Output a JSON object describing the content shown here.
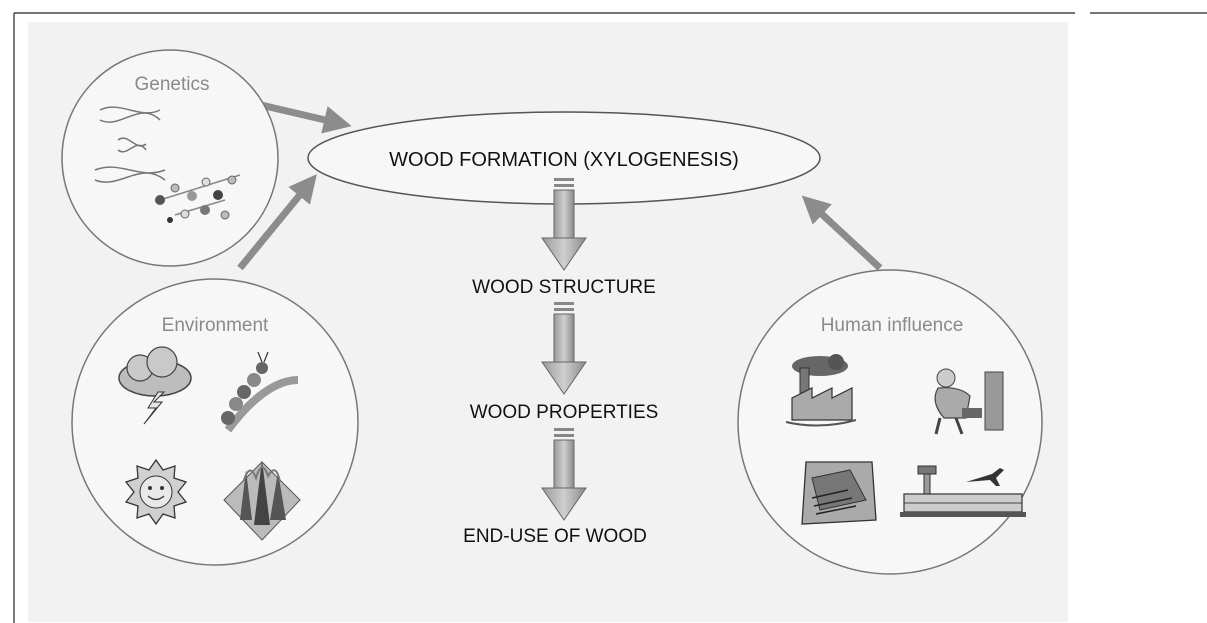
{
  "center": {
    "title": "WOOD FORMATION (XYLOGENESIS)"
  },
  "steps": [
    {
      "label": "WOOD STRUCTURE"
    },
    {
      "label": "WOOD PROPERTIES"
    },
    {
      "label": "END-USE OF WOOD"
    }
  ],
  "factors": {
    "genetics": {
      "label": "Genetics",
      "icons": [
        "dna-helix-icon",
        "molecule-icon"
      ]
    },
    "environment": {
      "label": "Environment",
      "icons": [
        "storm-cloud-icon",
        "caterpillar-icon",
        "sun-icon",
        "forest-fire-icon"
      ]
    },
    "human": {
      "label": "Human influence",
      "icons": [
        "factory-icon",
        "lumberjack-icon",
        "sawmill-icon",
        "airport-icon"
      ]
    }
  },
  "colors": {
    "panel": "#f2f2f2",
    "arrow": "#8c8c8c",
    "line": "#555555",
    "text": "#111111",
    "factor_text": "#8a8a8a"
  }
}
